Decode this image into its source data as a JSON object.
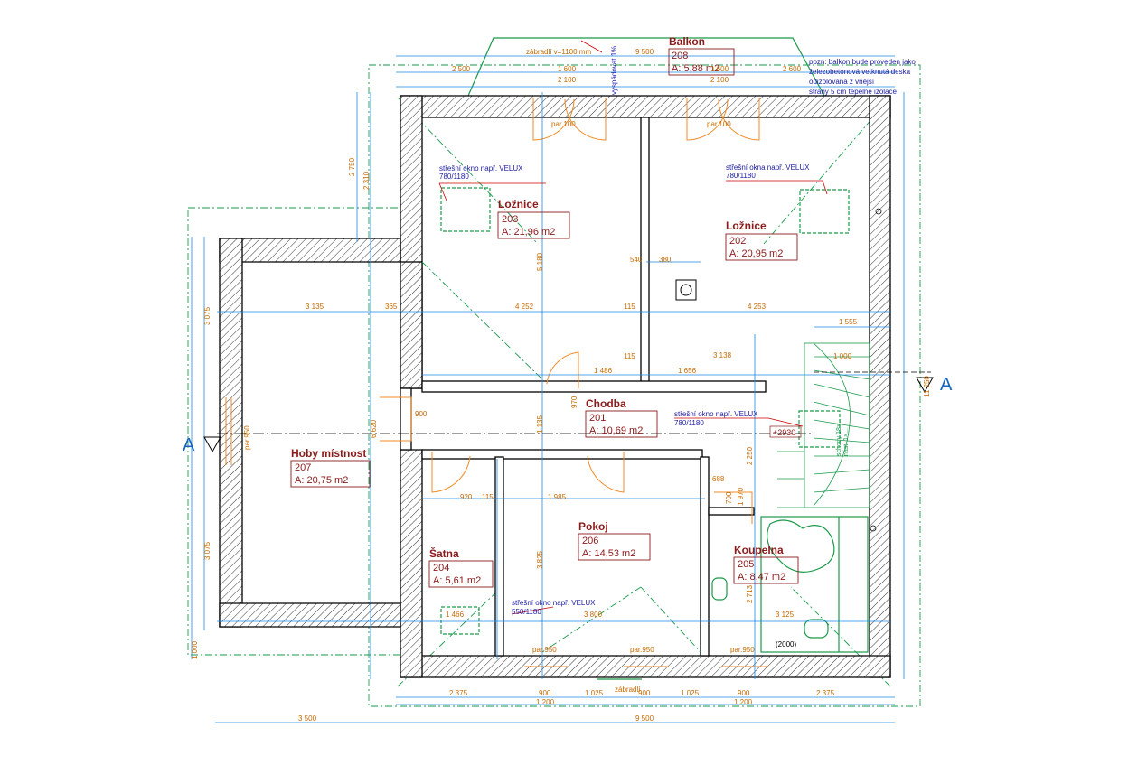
{
  "rooms": [
    {
      "name": "Balkon",
      "num": "208",
      "area": "A: 5,88 m2"
    },
    {
      "name": "Ložnice",
      "num": "203",
      "area": "A: 21,96 m2"
    },
    {
      "name": "Ložnice",
      "num": "202",
      "area": "A: 20,95 m2"
    },
    {
      "name": "Chodba",
      "num": "201",
      "area": "A: 10,69 m2"
    },
    {
      "name": "Hoby místnost",
      "num": "207",
      "area": "A: 20,75 m2"
    },
    {
      "name": "Pokoj",
      "num": "206",
      "area": "A: 14,53 m2"
    },
    {
      "name": "Šatna",
      "num": "204",
      "area": "A: 5,61 m2"
    },
    {
      "name": "Koupelna",
      "num": "205",
      "area": "A: 8,47 m2"
    }
  ],
  "notes": {
    "balkon_note": [
      "pozn: balkon bude proveden jako",
      "železobetonová vetknutá deska",
      "odizolovaná z vnější",
      "strany 5 cm tepelné izolace"
    ],
    "zabradli_top": "zábradlí  v=1100 mm",
    "vyspadovat": "vyspádovat 1%",
    "velux1": [
      "střešní okno např. VELUX",
      "780/1180"
    ],
    "velux2": [
      "střešní okna např. VELUX",
      "780/1180"
    ],
    "velux3": [
      "střešní okno např. VELUX",
      "780/1180"
    ],
    "velux4": [
      "střešní okno např. VELUX",
      "550/1180"
    ],
    "zabradli_bottom": "zábradlí",
    "level": "+2930",
    "wc_level": "(2000)",
    "section_left": "A",
    "section_right": "A"
  },
  "dims": {
    "top": [
      "9 500",
      "2 500",
      "1 600",
      "1 600",
      "2 600",
      "2 100",
      "2 100"
    ],
    "bottom": [
      "2 375",
      "900",
      "1 025",
      "900",
      "1 025",
      "900",
      "2 375",
      "1 200",
      "1 200",
      "3 500",
      "9 500"
    ],
    "right": [
      "11 250",
      "1 555",
      "1 000",
      "3 125",
      "2 250",
      "2 713"
    ],
    "left": [
      "3 075",
      "3 075",
      "1 000",
      "6 620",
      "2 750",
      "2 310"
    ],
    "inner": [
      "3 135",
      "365",
      "4 252",
      "115",
      "4 253",
      "540",
      "380",
      "1 486",
      "1 656",
      "3 138",
      "920",
      "115",
      "1 985",
      "3 825",
      "1 466",
      "3 800",
      "5 180",
      "970",
      "900",
      "688",
      "700",
      "1 970",
      "115",
      "1 135"
    ],
    "doors": [
      "par.100",
      "par.100",
      "par.950",
      "par.950",
      "par.950",
      "par.950"
    ]
  },
  "stairs": [
    "schody 18×...",
    "nást. 1×..."
  ]
}
